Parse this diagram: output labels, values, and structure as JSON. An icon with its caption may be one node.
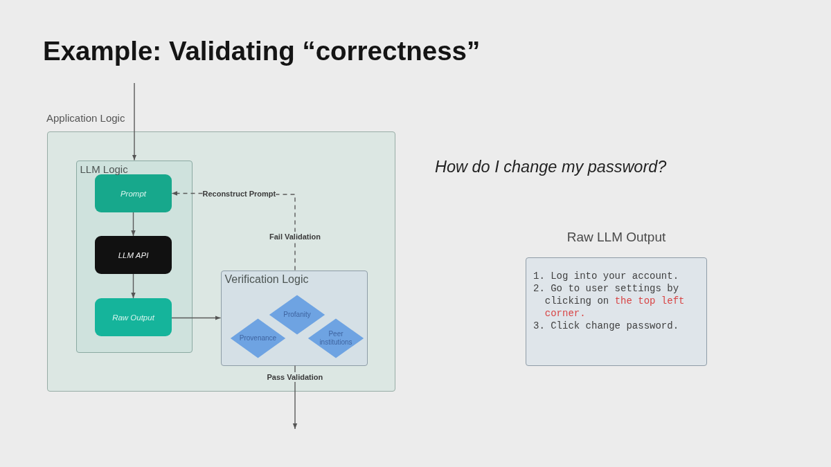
{
  "diagram": {
    "title": "Example: Validating “correctness”",
    "nodes": [
      {
        "text": [],
        "shape": "box"
      },
      {
        "text": [
          "LLM Logic"
        ],
        "in": 0
      },
      {
        "text": [
          "Prompt"
        ],
        "in": 1
      },
      {
        "text": [
          "LLM API"
        ],
        "in": 1
      },
      {
        "text": [
          "Raw Output"
        ],
        "in": 1
      },
      {
        "text": [
          "Reconstruct Prompt"
        ],
        "in": 0
      },
      {
        "text": [
          "Verification Logic"
        ],
        "in": 0
      },
      {
        "text": [
          "Profanity"
        ],
        "in": 6
      },
      {
        "text": [
          "Provenance"
        ],
        "in": 6
      },
      {
        "text": [
          "Peer institutions"
        ],
        "in": 6
      },
      {
        "text": [
          "Raw LLM Output",
          "1. Log into your account.",
          "2. Go to user settings by clicking on **the top left corner.**",
          "3. Click change password."
        ]
      }
    ],
    "edges": [
      {
        "from": null,
        "to": 1,
        "arrow": "to"
      },
      {
        "from": 2,
        "to": 3,
        "arrow": "to"
      },
      {
        "from": 3,
        "to": 4,
        "arrow": "to"
      },
      {
        "from": 4,
        "to": 6,
        "arrow": "to"
      },
      {
        "from": 6,
        "to": 5,
        "arrow": "none",
        "label": "Fail Validation",
        "style": "dashed"
      },
      {
        "from": 5,
        "to": 2,
        "arrow": "to",
        "style": "dashed"
      },
      {
        "from": 6,
        "to": null,
        "arrow": "to",
        "label": "Pass Validation"
      }
    ],
    "labels": [
      "Application Logic",
      "How do I change my password?"
    ]
  }
}
